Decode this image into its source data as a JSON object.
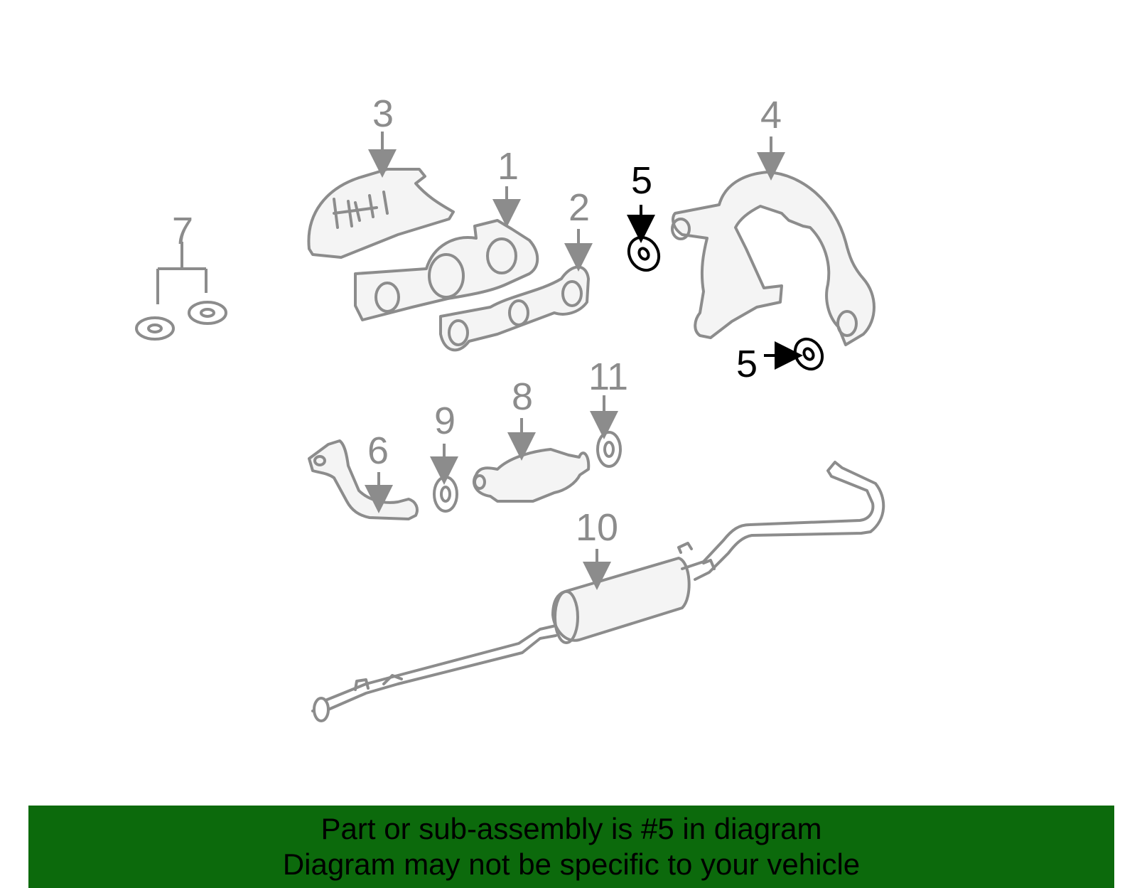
{
  "callouts": {
    "c1": "1",
    "c2": "2",
    "c3": "3",
    "c4": "4",
    "c5a": "5",
    "c5b": "5",
    "c6": "6",
    "c7": "7",
    "c8": "8",
    "c9": "9",
    "c10": "10",
    "c11": "11"
  },
  "highlighted_part": "5",
  "colors": {
    "banner": "#0c6a0c",
    "part_stroke": "#8c8c8c",
    "highlight": "#000000"
  },
  "banner": {
    "line1": "Part or sub-assembly is #5 in diagram",
    "line2": "Diagram may not be specific to your vehicle"
  }
}
